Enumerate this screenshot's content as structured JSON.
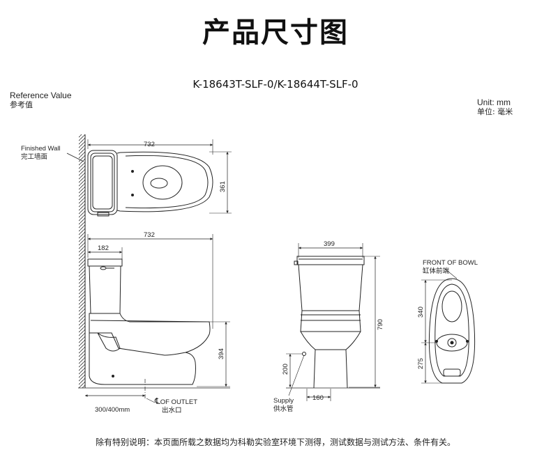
{
  "title": "产品尺寸图",
  "model": "K-18643T-SLF-0/K-18644T-SLF-0",
  "reference": {
    "en": "Reference Value",
    "cn": "参考值"
  },
  "unit": {
    "en": "Unit: mm",
    "cn": "单位: 毫米"
  },
  "finished_wall": {
    "en": "Finished Wall",
    "cn": "完工墙面"
  },
  "front_of_bowl": {
    "en": "FRONT OF BOWL",
    "cn": "缸体前端"
  },
  "outlet": {
    "en": "OF OUTLET",
    "cn": "出水口",
    "symbol": "℄"
  },
  "supply": {
    "en": "Supply",
    "cn": "供水管"
  },
  "rough_in": "300/400mm",
  "dimensions": {
    "top_length": "732",
    "top_width": "361",
    "side_length": "732",
    "tank_depth": "182",
    "outlet_height": "394",
    "front_width": "399",
    "total_height": "790",
    "supply_height": "200",
    "base_width": "160",
    "bowl_front": "340",
    "bowl_rear": "275"
  },
  "footer": "除有特别说明：本页面所载之数据均为科勒实验室环境下测得，测试数据与测试方法、条件有关。"
}
